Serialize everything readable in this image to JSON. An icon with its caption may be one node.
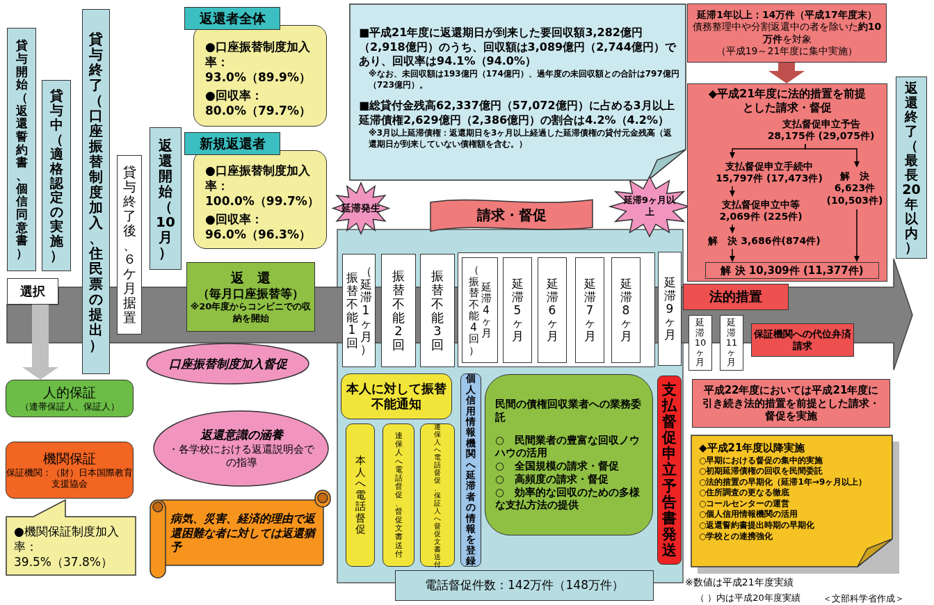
{
  "diagram": {
    "nodes": [
      {
        "text": [
          "貸与開始（返還誓約書、個信同意書）"
        ]
      },
      {
        "text": [
          "貸与中（適格認定の実施）"
        ]
      },
      {
        "text": [
          "貸与終了（口座振替制度加入、住民票の提出）"
        ]
      },
      {
        "text": [
          "貸与終了後、６ケ月据置"
        ]
      },
      {
        "text": [
          "返還開始（10月）"
        ]
      },
      {
        "text": [
          "返還者全体",
          "●口座振替制度加入率：93.0%（89.9%）",
          "●回収率：80.0%（79.7%）"
        ]
      },
      {
        "text": [
          "新規返還者",
          "●口座振替制度加入率：100.0%（99.7%）",
          "●回収率：96.0%（96.3%）"
        ]
      },
      {
        "text": [
          "選択"
        ]
      },
      {
        "text": [
          "返　還",
          "（毎月口座振替等）",
          "※20年度からコンビニでの収納を開始"
        ]
      },
      {
        "text": [
          "人的保証",
          "（連帯保証人、保証人）"
        ]
      },
      {
        "text": [
          "機関保証",
          "保証機関：（財）日本国際教育支援協会"
        ]
      },
      {
        "text": [
          "●機関保証制度加入率：39.5%（37.8%）"
        ]
      },
      {
        "text": [
          "口座振替制度加入督促"
        ]
      },
      {
        "text": [
          "返還意識の涵養",
          "・各学校における返還説明会での指導"
        ]
      },
      {
        "text": [
          "病気、災害、経済的理由で返還困難な者に対しては返還猶予"
        ]
      },
      {
        "text": [
          "■平成21年度に返還期日が到来した要回収額3,282億円（2,918億円）のうち、回収額は3,089億円（2,744億円）であり、回収率は94.1%（94.0%）",
          "※なお、未回収額は193億円（174億円）、過年度の未回収額との合計は797億円（723億円）。",
          "■総貸付金残高62,337億円（57,072億円）に占める3月以上延滞債権2,629億円（2,386億円）の割合は4.2%（4.2%）",
          "※3月以上延滞債権：返還期日を3ヶ月以上経過した延滞債権の貸付元金残高（返還期日が到来していない債権額を含む。）"
        ]
      },
      {
        "text": [
          "延滞発生"
        ]
      },
      {
        "text": [
          "請求・督促"
        ]
      },
      {
        "text": [
          "延滞9ヶ月以上"
        ]
      },
      {
        "text": [
          "振替不能1回",
          "（延滞1ヶ月）"
        ]
      },
      {
        "text": [
          "振替不能2回"
        ]
      },
      {
        "text": [
          "振替不能3回"
        ]
      },
      {
        "text": [],
        "shape": "box"
      },
      {
        "text": [
          "（振替不能4回）",
          "延滞4ヶ月"
        ],
        "in": 22
      },
      {
        "text": [
          "延滞5ヶ月"
        ],
        "in": 22
      },
      {
        "text": [
          "延滞6ヶ月"
        ],
        "in": 22
      },
      {
        "text": [
          "延滞7ヶ月"
        ],
        "in": 22
      },
      {
        "text": [
          "延滞8ヶ月"
        ],
        "in": 22
      },
      {
        "text": [
          "延滞9ヶ月"
        ]
      },
      {
        "text": [
          "法的措置"
        ]
      },
      {
        "text": [
          "延滞10ヶ月"
        ]
      },
      {
        "text": [
          "延滞11ヶ月"
        ]
      },
      {
        "text": [
          "保証機関への代位弁済請求"
        ]
      },
      {
        "text": [
          "本人に対して振替不能通知"
        ]
      },
      {
        "text": [
          "本人へ電話督促"
        ]
      },
      {
        "text": [
          "連保人へ電話督促、督促文書送付"
        ]
      },
      {
        "text": [
          "連保人へ電話督促、保証人へ督促文書送付"
        ]
      },
      {
        "text": [
          "個人信用情報機関へ延滞者の情報を登録"
        ]
      },
      {
        "text": [
          "民間の債権回収業者への業務委託",
          "○　民間業者の豊富な回収ノウハウの活用",
          "○　全国規模の請求・督促",
          "○　高頻度の請求・督促",
          "○　効率的な回収のための多様な支払方法の提供"
        ]
      },
      {
        "text": [
          "支払督促申立予告書発送"
        ]
      },
      {
        "text": [
          "電話督促件数：142万件（148万件）"
        ]
      },
      {
        "text": [
          "延滞1年以上：14万件（平成17年度末）",
          "債務整理中や分割返還中の者を除いた**約10万件**を対象",
          "（平成19～21年度に集中実施）"
        ]
      },
      {
        "text": [
          "◆平成21年度に法的措置を前提とした請求・督促"
        ]
      },
      {
        "text": [
          "支払督促申立予告",
          "28,175件 (29,075件)"
        ],
        "in": 42
      },
      {
        "text": [
          "支払督促申立手続中",
          "15,797件 (17,473件)"
        ],
        "in": 42
      },
      {
        "text": [
          "解　決",
          "6,623件 (10,503件)"
        ],
        "in": 42
      },
      {
        "text": [
          "支払督促申立中等",
          "2,069件 (225件)"
        ],
        "in": 42
      },
      {
        "text": [
          "解　決 3,686件(874件)"
        ],
        "in": 42
      },
      {
        "text": [
          "解 決 10,309件 (11,377件)"
        ],
        "in": 42
      },
      {
        "text": [
          "返還終了（最長20年以内）"
        ]
      },
      {
        "text": [
          "平成22年度においては平成21年度に引き続き法的措置を前提とした請求・督促を実施"
        ]
      },
      {
        "text": [
          "◆平成21年度以降実施",
          "○早期における督促の集中的実施",
          "○初期延滞債権の回収を民間委託",
          "○法的措置の早期化（延滞1年→9ヶ月以上）",
          "○住所調査の更なる徹底",
          "○コールセンターの運営",
          "○個人信用情報機関の活用",
          "○返還誓約書提出時期の早期化",
          "○学校との連携強化"
        ]
      }
    ],
    "edges": [
      {
        "from": 7,
        "to": 9,
        "arrow": "to",
        "style": "thick",
        "color": "#c0c0c0"
      },
      {
        "from": 41,
        "to": 42,
        "arrow": "to",
        "style": "thick",
        "color": "#c0504d"
      },
      {
        "from": 43,
        "to": 44,
        "arrow": "to"
      },
      {
        "from": 43,
        "to": 45,
        "arrow": "to"
      },
      {
        "from": 44,
        "to": 46,
        "arrow": "to"
      },
      {
        "from": 46,
        "to": 47,
        "arrow": "to"
      },
      {
        "from": 47,
        "to": 48,
        "arrow": "to"
      },
      {
        "from": 45,
        "to": 48,
        "arrow": "to"
      },
      {
        "from": 7,
        "to": null,
        "arrow": "to",
        "style": "thick",
        "color": "#808080"
      }
    ],
    "labels": [
      "※数値は平成21年度実績",
      "（ ）内は平成20年度実績",
      "＜文部科学省作成＞"
    ]
  }
}
